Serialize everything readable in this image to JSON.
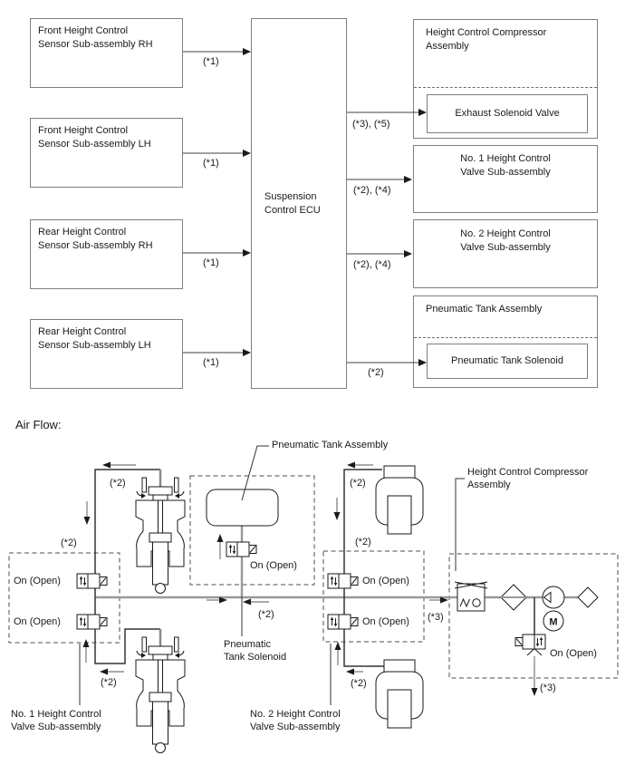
{
  "block_diagram": {
    "sensors": [
      "Front Height Control\nSensor Sub-assembly RH",
      "Front Height Control\nSensor Sub-assembly LH",
      "Rear Height Control\nSensor Sub-assembly RH",
      "Rear Height Control\nSensor Sub-assembly LH"
    ],
    "ecu": "Suspension\nControl ECU",
    "compressor_assembly": {
      "title": "Height Control Compressor\nAssembly",
      "inner": "Exhaust Solenoid Valve"
    },
    "valve1": "No. 1 Height Control\nValve Sub-assembly",
    "valve2": "No. 2 Height Control\nValve Sub-assembly",
    "tank_assembly": {
      "title": "Pneumatic Tank Assembly",
      "inner": "Pneumatic Tank Solenoid"
    },
    "wire_labels": {
      "sensor": "(*1)",
      "exhaust": "(*3), (*5)",
      "valve": "(*2), (*4)",
      "tank": "(*2)"
    }
  },
  "air_flow": {
    "heading": "Air Flow:",
    "on_open": "On (Open)",
    "note2": "(*2)",
    "note3": "(*3)",
    "motor": "M",
    "labels": {
      "tank_assembly": "Pneumatic Tank Assembly",
      "tank_solenoid": "Pneumatic\nTank Solenoid",
      "valve1": "No. 1 Height Control\nValve Sub-assembly",
      "valve2": "No. 2 Height Control\nValve Sub-assembly",
      "compressor": "Height Control Compressor\nAssembly"
    }
  },
  "colors": {
    "box_border": "#7f7f7f",
    "line": "#333333",
    "air_line": "#999999",
    "text": "#1a1a1a"
  }
}
